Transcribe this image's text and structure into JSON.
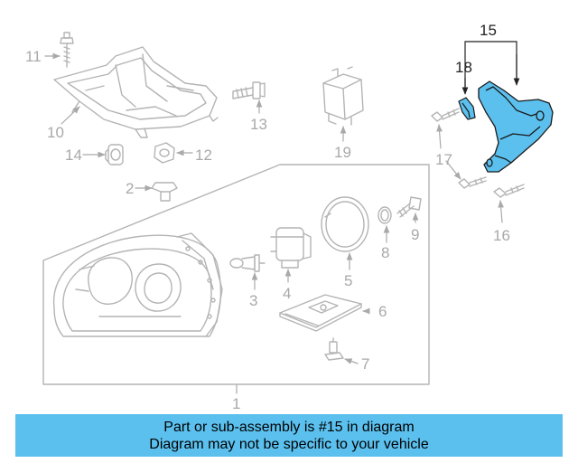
{
  "colors": {
    "outline": "#b4b4b4",
    "label": "#a9a9a9",
    "highlight": "#5bc0ee",
    "highlight_stroke": "#1a1a1a",
    "banner": "#5bc0ee"
  },
  "labels": {
    "p1": "1",
    "p2": "2",
    "p3": "3",
    "p4": "4",
    "p5": "5",
    "p6": "6",
    "p7": "7",
    "p8": "8",
    "p9": "9",
    "p10": "10",
    "p11": "11",
    "p12": "12",
    "p13": "13",
    "p14": "14",
    "p15": "15",
    "p16": "16",
    "p17": "17",
    "p18": "18",
    "p19": "19"
  },
  "banner": {
    "line1": "Part or sub-assembly is #15 in diagram",
    "line2": "Diagram may not be specific to your vehicle"
  }
}
